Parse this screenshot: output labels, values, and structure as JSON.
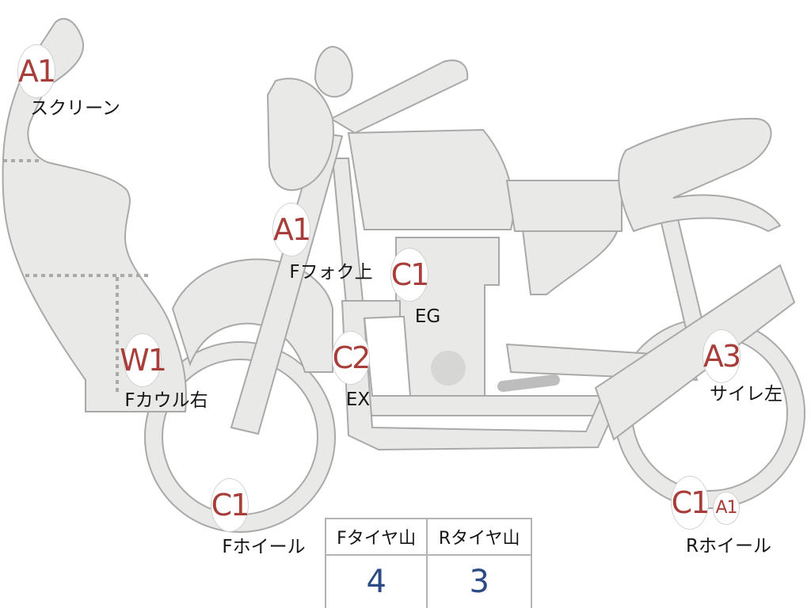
{
  "colors": {
    "body": "#e9e9e8",
    "outline": "#a9a9a9",
    "marker_text": "#a83e3a",
    "label_text": "#151515",
    "tread_value": "#2c4a86"
  },
  "damage_points": [
    {
      "id": "screen",
      "code": "A1",
      "label": "スクリーン"
    },
    {
      "id": "fork-upper",
      "code": "A1",
      "label": "Fフォク上"
    },
    {
      "id": "engine",
      "code": "C1",
      "label": "EG"
    },
    {
      "id": "exhaust",
      "code": "C2",
      "label": "EX"
    },
    {
      "id": "cowl-right",
      "code": "W1",
      "label": "Fカウル右"
    },
    {
      "id": "front-wheel",
      "code": "C1",
      "label": "Fホイール"
    },
    {
      "id": "silencer-left",
      "code": "A3",
      "label": "サイレ左"
    },
    {
      "id": "rear-wheel",
      "code": "C1",
      "label": "Rホイール"
    },
    {
      "id": "rear-wheel-extra",
      "code": "A1",
      "label": ""
    }
  ],
  "tread": {
    "front_header": "Fタイヤ山",
    "rear_header": "Rタイヤ山",
    "front_value": "4",
    "rear_value": "3"
  }
}
